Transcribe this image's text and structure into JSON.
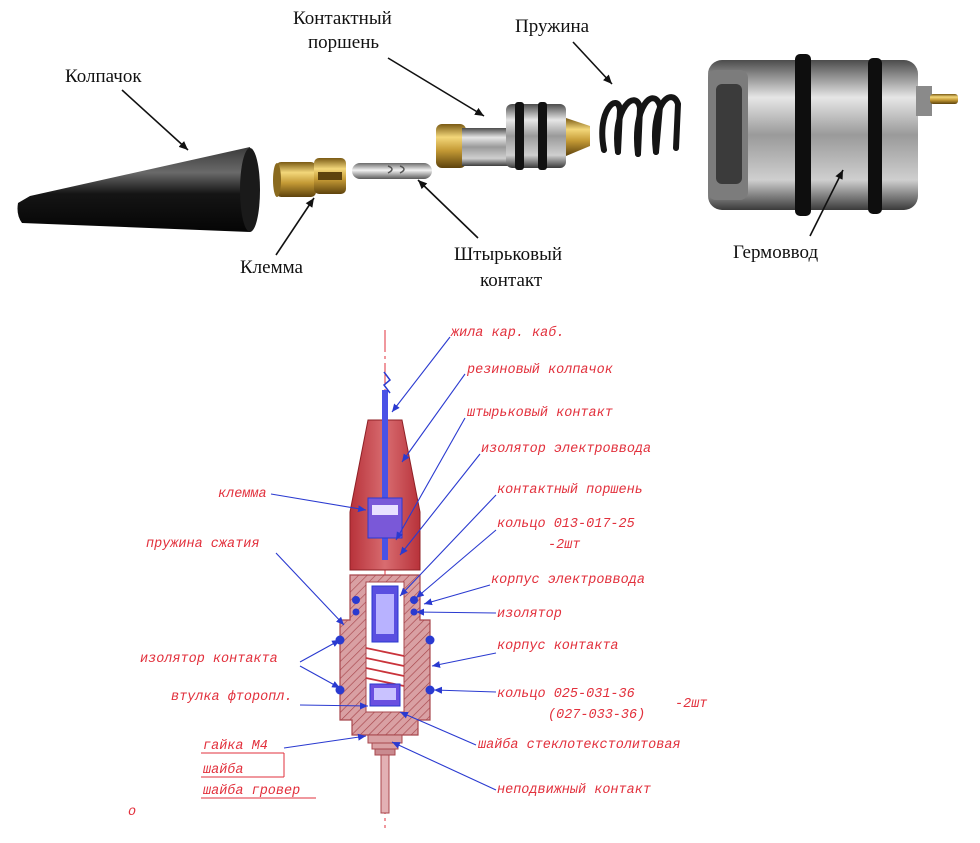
{
  "colors": {
    "cad_label": "#e2303c",
    "cad_leader": "#2a3ad0",
    "photo_label": "#111111",
    "rubber": "#c9343c",
    "metal_section": "#c98a8f"
  },
  "photo": {
    "labels": {
      "cap": "Колпачок",
      "piston_line1": "Контактный",
      "piston_line2": "поршень",
      "spring": "Пружина",
      "terminal": "Клемма",
      "pin_line1": "Штырьковый",
      "pin_line2": "контакт",
      "feedthrough": "Гермоввод"
    }
  },
  "drawing": {
    "labels": {
      "cable_core": "жила кар. каб.",
      "rubber_cap": "резиновый колпачок",
      "pin_contact": "штырьковый контакт",
      "feed_insulator": "изолятор электроввода",
      "contact_piston": "контактный поршень",
      "ring1_line1": "кольцо 013-017-25",
      "ring1_line2": "-2шт",
      "feed_body": "корпус электроввода",
      "insulator": "изолятор",
      "contact_body": "корпус контакта",
      "ring2_line1": "кольцо 025-031-36",
      "ring2_line2": "(027-033-36)",
      "ring2_count": "-2шт",
      "washer_textolite": "шайба стеклотекстолитовая",
      "fixed_contact": "неподвижный контакт",
      "terminal": "клемма",
      "spring": "пружина сжатия",
      "contact_insulator": "изолятор контакта",
      "ptfe_sleeve": "втулка фторопл.",
      "nut": "гайка М4",
      "washer": "шайба",
      "grover": "шайба гровер",
      "corner_mark": "o"
    }
  }
}
